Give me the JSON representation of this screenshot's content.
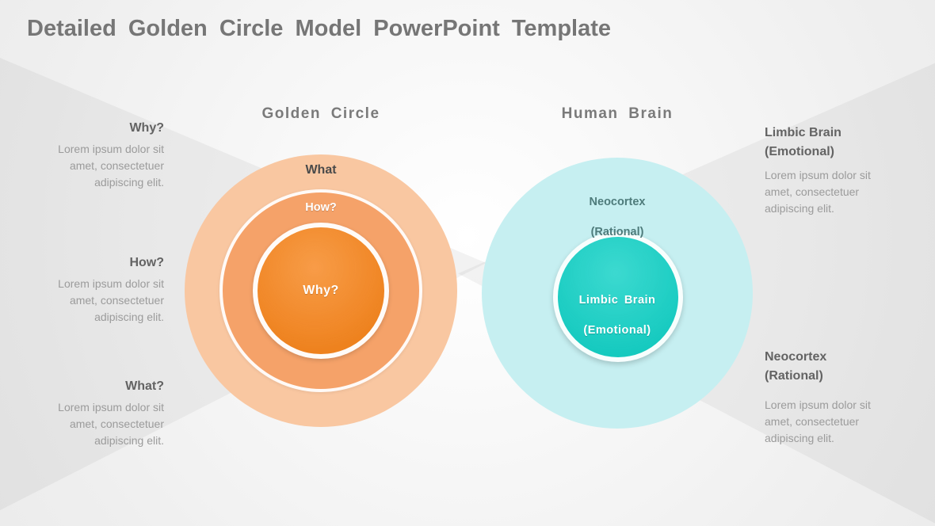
{
  "slide": {
    "title": "Detailed Golden Circle Model PowerPoint Template"
  },
  "golden_circle": {
    "heading": "Golden Circle",
    "outer_label": "What",
    "middle_label": "How?",
    "inner_label": "Why?",
    "colors": {
      "outer": "#F9C7A1",
      "middle": "#F5A269",
      "inner": "#F6861F"
    }
  },
  "human_brain": {
    "heading": "Human Brain",
    "outer_label_line1": "Neocortex",
    "outer_label_line2": "(Rational)",
    "inner_label_line1": "Limbic Brain",
    "inner_label_line2": "(Emotional)",
    "colors": {
      "outer": "#C6EFF1",
      "inner": "#16D2C7"
    }
  },
  "left_column": {
    "blocks": [
      {
        "heading": "Why?",
        "body": "Lorem ipsum dolor sit amet, consectetuer adipiscing elit."
      },
      {
        "heading": "How?",
        "body": "Lorem ipsum dolor sit amet, consectetuer adipiscing elit."
      },
      {
        "heading": "What?",
        "body": "Lorem ipsum dolor sit amet, consectetuer adipiscing elit."
      }
    ]
  },
  "right_column": {
    "blocks": [
      {
        "heading_line1": "Limbic Brain",
        "heading_line2": "(Emotional)",
        "body": "Lorem ipsum dolor sit amet, consectetuer adipiscing elit."
      },
      {
        "heading_line1": "Neocortex",
        "heading_line2": "(Rational)",
        "body": "Lorem ipsum dolor sit amet, consectetuer adipiscing elit."
      }
    ]
  }
}
